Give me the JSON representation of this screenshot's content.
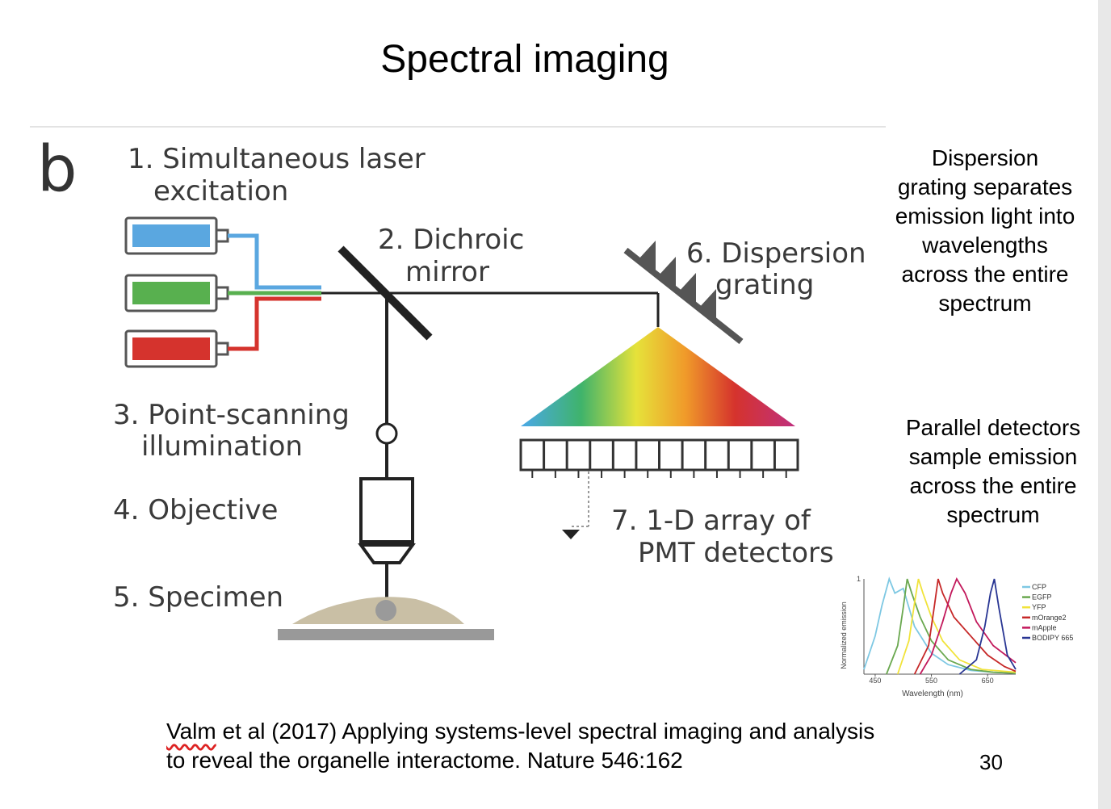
{
  "slide": {
    "title": "Spectral imaging",
    "page_number": "30",
    "citation": {
      "first_word": "Valm",
      "line1_rest": " et al (2017) Applying systems-level spectral imaging and analysis",
      "line2": "to reveal the organelle interactome.  Nature 546:162"
    },
    "notes": {
      "dispersion": [
        "Dispersion",
        "grating separates",
        "emission light into",
        "wavelengths",
        "across the entire",
        "spectrum"
      ],
      "detectors": [
        "Parallel detectors",
        "sample emission",
        "across the entire",
        "spectrum"
      ]
    }
  },
  "diagram": {
    "panel_letter": "b",
    "labels": {
      "step1": [
        "1. Simultaneous laser",
        "excitation"
      ],
      "step2": [
        "2. Dichroic",
        "mirror"
      ],
      "step3": [
        "3. Point-scanning",
        "illumination"
      ],
      "step4": "4. Objective",
      "step5": "5. Specimen",
      "step6": [
        "6. Dispersion",
        "grating"
      ],
      "step7": [
        "7. 1-D array of",
        "PMT detectors"
      ]
    },
    "laser_colors": [
      "#5aa7e0",
      "#58b04f",
      "#d5332d"
    ],
    "detector_count": 12
  },
  "chart_data": {
    "type": "line",
    "xlabel": "Wavelength (nm)",
    "ylabel": "Normalized emission",
    "xlim": [
      430,
      700
    ],
    "ylim": [
      0,
      1
    ],
    "x_ticks": [
      "450",
      "550",
      "650"
    ],
    "y_ticks": [
      "1"
    ],
    "legend_position": "top-right",
    "series": [
      {
        "name": "CFP",
        "color": "#7ec8e3",
        "x": [
          430,
          450,
          462,
          475,
          485,
          500,
          520,
          550,
          580,
          620,
          660,
          700
        ],
        "y": [
          0.05,
          0.4,
          0.72,
          1.0,
          0.85,
          0.9,
          0.5,
          0.22,
          0.1,
          0.04,
          0.02,
          0.01
        ]
      },
      {
        "name": "EGFP",
        "color": "#6aa84f",
        "x": [
          470,
          490,
          500,
          507,
          515,
          530,
          550,
          580,
          620,
          660,
          700
        ],
        "y": [
          0.0,
          0.3,
          0.7,
          1.0,
          0.85,
          0.6,
          0.35,
          0.15,
          0.05,
          0.02,
          0.01
        ]
      },
      {
        "name": "YFP",
        "color": "#f1e33a",
        "x": [
          490,
          510,
          520,
          527,
          535,
          550,
          570,
          600,
          640,
          700
        ],
        "y": [
          0.0,
          0.35,
          0.75,
          1.0,
          0.85,
          0.6,
          0.35,
          0.15,
          0.05,
          0.02
        ]
      },
      {
        "name": "mOrange2",
        "color": "#c62828",
        "x": [
          520,
          545,
          555,
          562,
          570,
          590,
          620,
          650,
          680,
          700
        ],
        "y": [
          0.0,
          0.3,
          0.7,
          1.0,
          0.85,
          0.6,
          0.4,
          0.2,
          0.08,
          0.03
        ]
      },
      {
        "name": "mApple",
        "color": "#c2185b",
        "x": [
          530,
          550,
          570,
          585,
          595,
          610,
          630,
          660,
          700
        ],
        "y": [
          0.0,
          0.2,
          0.55,
          0.85,
          1.0,
          0.85,
          0.55,
          0.3,
          0.12
        ]
      },
      {
        "name": "BODIPY 665",
        "color": "#283593",
        "x": [
          600,
          630,
          645,
          655,
          662,
          670,
          685,
          700
        ],
        "y": [
          0.0,
          0.15,
          0.5,
          0.85,
          1.0,
          0.7,
          0.2,
          0.05
        ]
      }
    ]
  }
}
